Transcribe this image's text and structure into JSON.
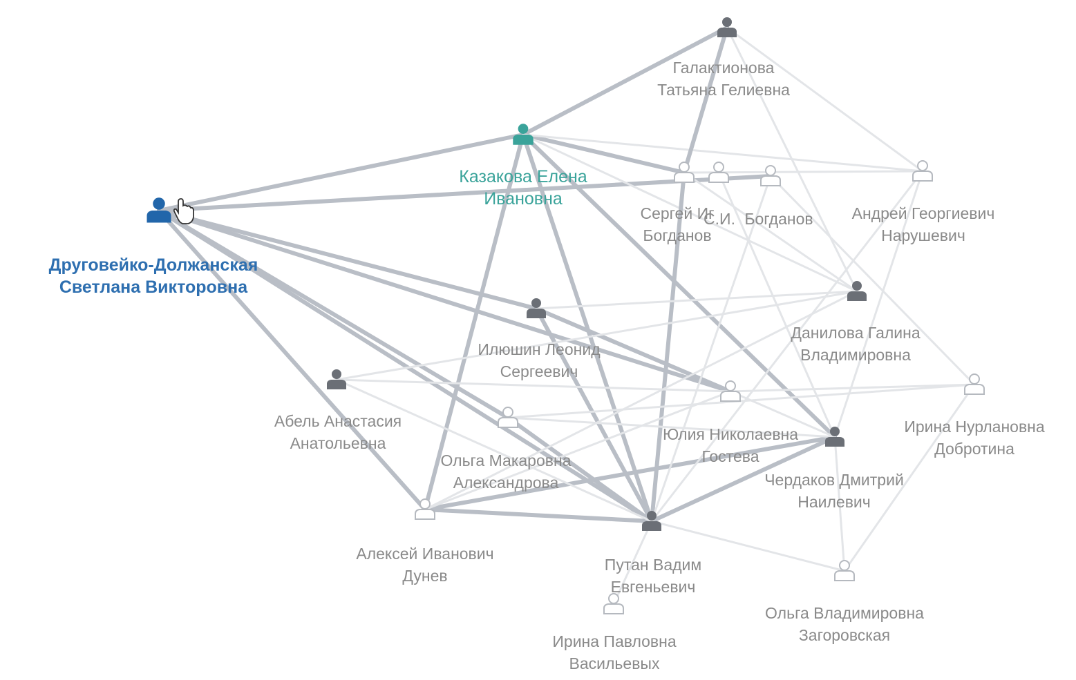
{
  "colors": {
    "primary": "#2266aa",
    "secondary": "#3aa39a",
    "filled": "#6b6f76",
    "outline": "#b5b9bf",
    "edge_strong": "#b9bec6",
    "edge_weak": "#e3e5e8"
  },
  "icons": {
    "person": "person-icon",
    "cursor": "hand-cursor-icon"
  },
  "nodes": [
    {
      "id": "n1",
      "line1": "Друговейко-Должанская",
      "line2": "Светлана Викторовна",
      "style": "primary"
    },
    {
      "id": "n2",
      "line1": "Казакова Елена",
      "line2": "Ивановна",
      "style": "secondary"
    },
    {
      "id": "n3",
      "line1": "Галактионова",
      "line2": "Татьяна Гелиевна",
      "style": "filled"
    },
    {
      "id": "n4",
      "line1": "Сергей Иг",
      "line2": "Богданов",
      "style": "outline"
    },
    {
      "id": "n5",
      "line1": "С.И.",
      "line2": "",
      "style": "outline"
    },
    {
      "id": "n6",
      "line1": "Богданов",
      "line2": "",
      "style": "outline"
    },
    {
      "id": "n7",
      "line1": "Андрей Георгиевич",
      "line2": "Нарушевич",
      "style": "outline"
    },
    {
      "id": "n8",
      "line1": "Данилова Галина",
      "line2": "Владимировна",
      "style": "filled"
    },
    {
      "id": "n9",
      "line1": "Илюшин Леонид",
      "line2": "Сергеевич",
      "style": "filled"
    },
    {
      "id": "n10",
      "line1": "Абель Анастасия",
      "line2": "Анатольевна",
      "style": "filled"
    },
    {
      "id": "n11",
      "line1": "Ольга Макаровна",
      "line2": "Александрова",
      "style": "outline"
    },
    {
      "id": "n12",
      "line1": "Юлия Николаевна",
      "line2": "Гостева",
      "style": "outline"
    },
    {
      "id": "n13",
      "line1": "Чердаков Дмитрий",
      "line2": "Наилевич",
      "style": "filled"
    },
    {
      "id": "n14",
      "line1": "Ирина Нурлановна",
      "line2": "Добротина",
      "style": "outline"
    },
    {
      "id": "n15",
      "line1": "Алексей Иванович",
      "line2": "Дунев",
      "style": "outline"
    },
    {
      "id": "n16",
      "line1": "Путан Вадим",
      "line2": "Евгеньевич",
      "style": "filled"
    },
    {
      "id": "n17",
      "line1": "Ольга Владимировна",
      "line2": "Загоровская",
      "style": "outline"
    },
    {
      "id": "n18",
      "line1": "Ирина Павловна",
      "line2": "Васильевых",
      "style": "outline"
    }
  ],
  "edges": [
    {
      "from": "n1",
      "to": "n2",
      "weight": "strong"
    },
    {
      "from": "n1",
      "to": "n6",
      "weight": "strong"
    },
    {
      "from": "n1",
      "to": "n9",
      "weight": "strong"
    },
    {
      "from": "n1",
      "to": "n11",
      "weight": "strong"
    },
    {
      "from": "n1",
      "to": "n15",
      "weight": "strong"
    },
    {
      "from": "n1",
      "to": "n16",
      "weight": "strong"
    },
    {
      "from": "n1",
      "to": "n12",
      "weight": "strong"
    },
    {
      "from": "n2",
      "to": "n3",
      "weight": "strong"
    },
    {
      "from": "n2",
      "to": "n16",
      "weight": "strong"
    },
    {
      "from": "n2",
      "to": "n13",
      "weight": "strong"
    },
    {
      "from": "n2",
      "to": "n15",
      "weight": "strong"
    },
    {
      "from": "n2",
      "to": "n4",
      "weight": "strong"
    },
    {
      "from": "n2",
      "to": "n7",
      "weight": "weak"
    },
    {
      "from": "n2",
      "to": "n8",
      "weight": "weak"
    },
    {
      "from": "n3",
      "to": "n4",
      "weight": "strong"
    },
    {
      "from": "n3",
      "to": "n8",
      "weight": "weak"
    },
    {
      "from": "n9",
      "to": "n12",
      "weight": "strong"
    },
    {
      "from": "n9",
      "to": "n16",
      "weight": "strong"
    },
    {
      "from": "n15",
      "to": "n16",
      "weight": "strong"
    },
    {
      "from": "n15",
      "to": "n13",
      "weight": "strong"
    },
    {
      "from": "n16",
      "to": "n13",
      "weight": "strong"
    },
    {
      "from": "n16",
      "to": "n4",
      "weight": "strong"
    },
    {
      "from": "n11",
      "to": "n16",
      "weight": "strong"
    },
    {
      "from": "n12",
      "to": "n13",
      "weight": "weak"
    },
    {
      "from": "n4",
      "to": "n7",
      "weight": "weak"
    },
    {
      "from": "n4",
      "to": "n8",
      "weight": "weak"
    },
    {
      "from": "n6",
      "to": "n14",
      "weight": "weak"
    },
    {
      "from": "n7",
      "to": "n13",
      "weight": "weak"
    },
    {
      "from": "n8",
      "to": "n10",
      "weight": "weak"
    },
    {
      "from": "n8",
      "to": "n15",
      "weight": "weak"
    },
    {
      "from": "n10",
      "to": "n12",
      "weight": "weak"
    },
    {
      "from": "n10",
      "to": "n16",
      "weight": "weak"
    },
    {
      "from": "n11",
      "to": "n14",
      "weight": "weak"
    },
    {
      "from": "n12",
      "to": "n14",
      "weight": "weak"
    },
    {
      "from": "n13",
      "to": "n17",
      "weight": "weak"
    },
    {
      "from": "n14",
      "to": "n17",
      "weight": "weak"
    },
    {
      "from": "n16",
      "to": "n17",
      "weight": "weak"
    },
    {
      "from": "n16",
      "to": "n18",
      "weight": "weak"
    },
    {
      "from": "n9",
      "to": "n8",
      "weight": "weak"
    },
    {
      "from": "n15",
      "to": "n12",
      "weight": "weak"
    },
    {
      "from": "n11",
      "to": "n13",
      "weight": "weak"
    },
    {
      "from": "n5",
      "to": "n13",
      "weight": "weak"
    },
    {
      "from": "n6",
      "to": "n16",
      "weight": "weak"
    },
    {
      "from": "n7",
      "to": "n16",
      "weight": "weak"
    },
    {
      "from": "n3",
      "to": "n7",
      "weight": "weak"
    }
  ]
}
